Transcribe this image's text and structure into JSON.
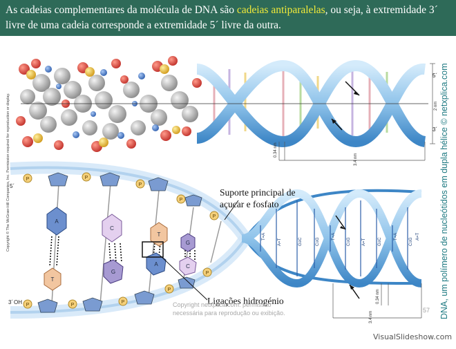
{
  "header": {
    "text_before": "As cadeias complementares da molécula de DNA são ",
    "highlight": "cadeias antiparalelas",
    "text_after": ", ou seja, à extremidade 3´ livre de uma cadeia corresponde a extremidade 5´ livre da outra."
  },
  "side_caption": "DNA, um polímero de nucleótidos em dupla hélice © netxplica.com",
  "copyright_vertical": "Copyright © The McGraw-Hill Companies, Inc. Permission required for reproduction or display.",
  "labels": {
    "backbone_line1": "Suporte principal de",
    "backbone_line2": "açucar e fosfato",
    "hydrogen_bonds": "Ligações hidrogénio"
  },
  "top_diagram": {
    "end_5_top": "5´",
    "end_3_bottom": "3´",
    "width_label": "2 nm",
    "rise_label": "0.34 nm",
    "pitch_label": "3.4 nm"
  },
  "bottom_diagram": {
    "end_5": "5´",
    "end_3": "3´",
    "oh": "OH",
    "rise_label": "0.34 nm",
    "pitch_label": "3.4 nm",
    "phosphate": "P",
    "bases": [
      "A",
      "C",
      "T",
      "G",
      "T",
      "G",
      "A",
      "C"
    ],
    "pairs": [
      "T=A",
      "A=T",
      "G≡C",
      "C≡G",
      "T=A",
      "C≡G",
      "A=T",
      "G≡C",
      "T=A",
      "C≡G",
      "A=T"
    ]
  },
  "watermark": {
    "line1": "Copyright netxplica.com: permissão",
    "line2": "necessária para reprodução ou exibição."
  },
  "page_number": "57",
  "brand": "VisualSlideshow.com",
  "colors": {
    "header_bg": "#2e6a58",
    "highlight": "#f1ea39",
    "caption": "#1f7a82",
    "backbone": "#8fc3ea"
  }
}
